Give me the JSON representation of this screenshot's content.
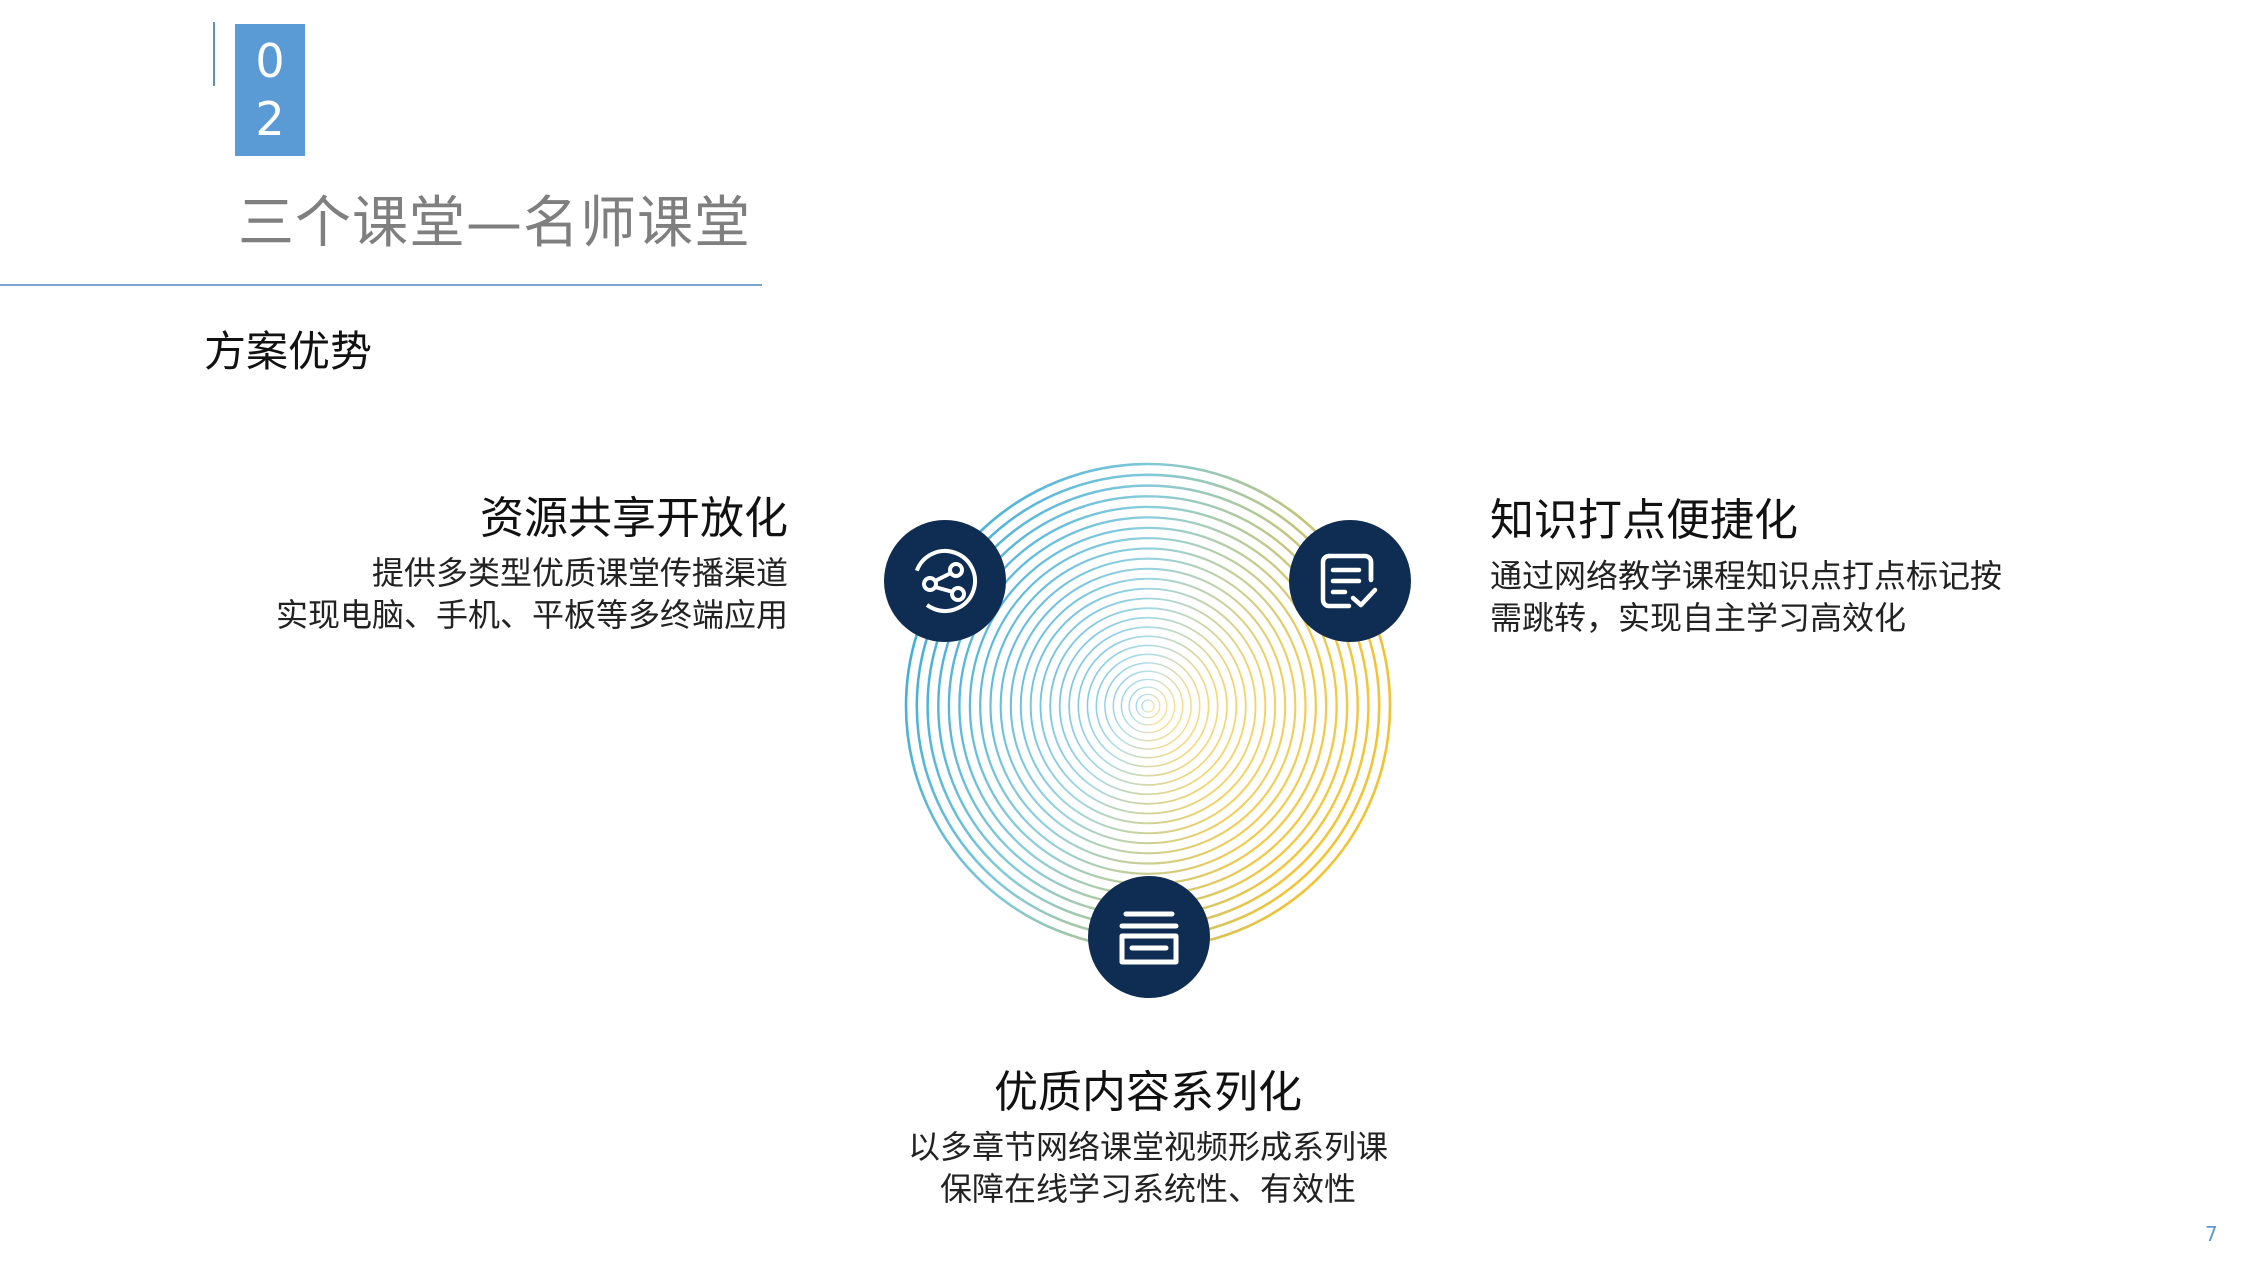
{
  "section": {
    "digits": [
      "0",
      "2"
    ]
  },
  "header": {
    "title": "三个课堂—名师课堂"
  },
  "subtitle": "方案优势",
  "features": [
    {
      "title": "资源共享开放化",
      "lines": [
        "提供多类型优质课堂传播渠道",
        "实现电脑、手机、平板等多终端应用"
      ],
      "icon": "share-nodes-icon"
    },
    {
      "title": "知识打点便捷化",
      "lines": [
        "通过网络教学课程知识点打点标记按",
        "需跳转，实现自主学习高效化"
      ],
      "icon": "checklist-icon"
    },
    {
      "title": "优质内容系列化",
      "lines": [
        "以多章节网络课堂视频形成系列课",
        "保障在线学习系统性、有效性"
      ],
      "icon": "layers-icon"
    }
  ],
  "colors": {
    "accent": "#5b9bd5",
    "icon_bg": "#0f2d52",
    "ring_start": "#2aa3db",
    "ring_end": "#f2c230"
  },
  "page_number": "7"
}
